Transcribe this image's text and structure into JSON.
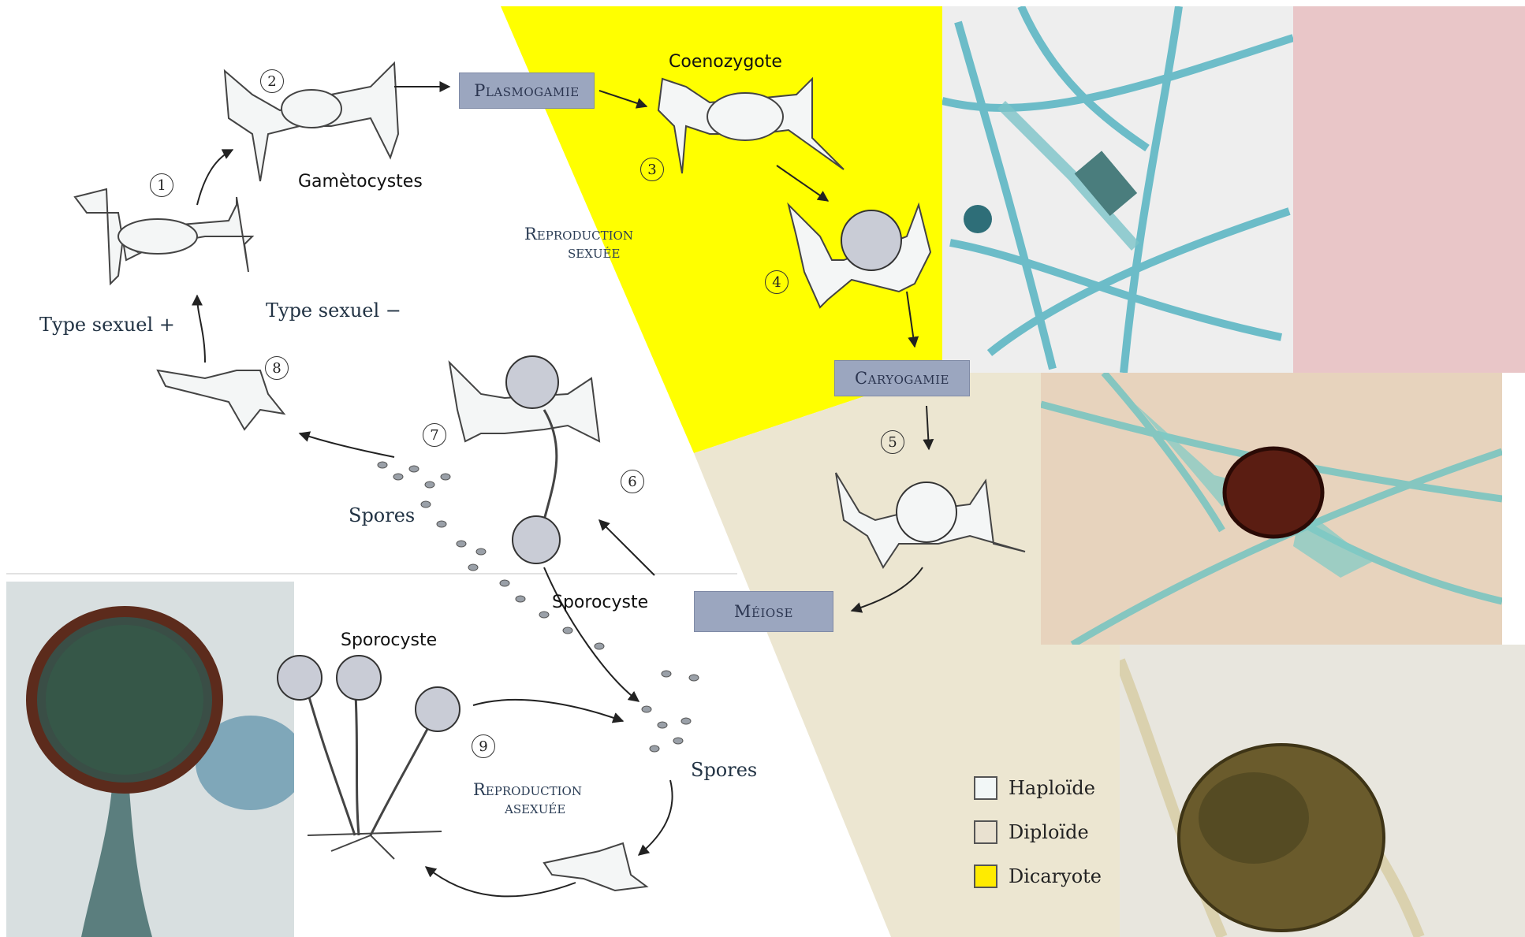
{
  "labels": {
    "coenozygote": "Coenozygote",
    "gametocystes": "Gamètocystes",
    "type_plus": "Type sexuel +",
    "type_minus": "Type sexuel −",
    "spores_top": "Spores",
    "sporocyste_center": "Sporocyste",
    "sporocyste_bottom": "Sporocyste",
    "spores_bottom": "Spores"
  },
  "stages": {
    "plasmogamie": "Plasmogamie",
    "caryogamie": "Caryogamie",
    "meiose": "Méiose"
  },
  "regions": {
    "sexual_line1": "Reproduction",
    "sexual_line2": "sexuée",
    "asexual_line1": "Reproduction",
    "asexual_line2": "asexuée"
  },
  "step_numbers": [
    "1",
    "2",
    "3",
    "4",
    "5",
    "6",
    "7",
    "8",
    "9"
  ],
  "legend": [
    {
      "label": "Haploïde",
      "color": "#f2f7f7"
    },
    {
      "label": "Diploïde",
      "color": "#e9e1d0"
    },
    {
      "label": "Dicaryote",
      "color": "#ffeb00"
    }
  ],
  "colors": {
    "dicaryote_zone": "#ffff00",
    "diploid_zone": "#ece6d1",
    "stage_box": "#9ba6bf"
  }
}
